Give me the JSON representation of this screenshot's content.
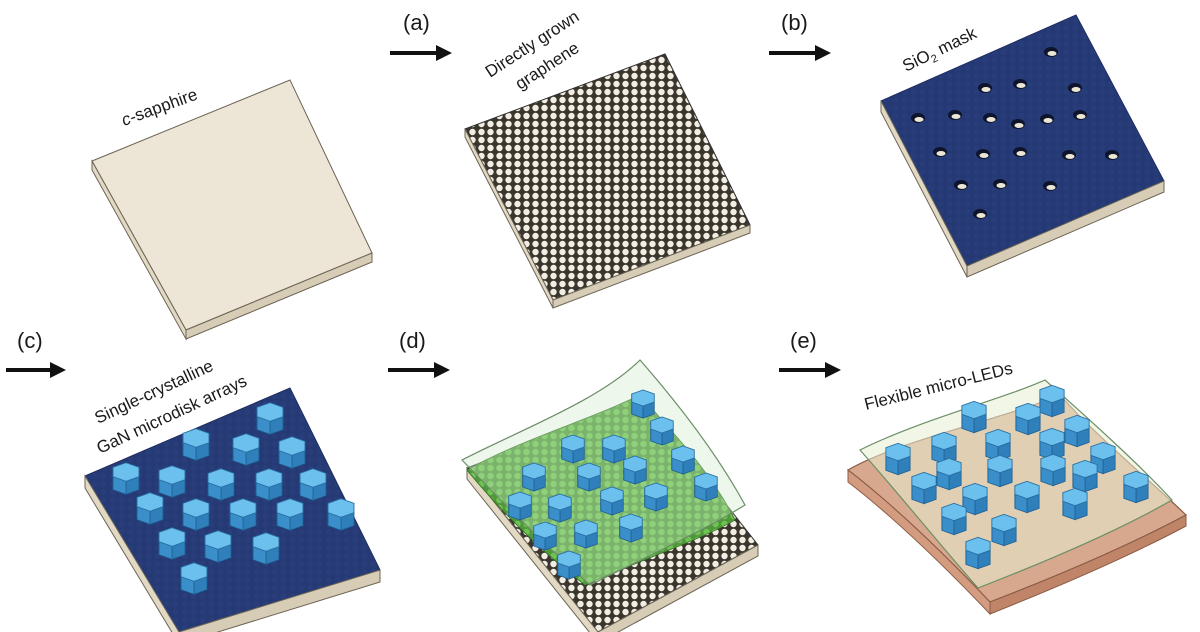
{
  "steps": {
    "a": "(a)",
    "b": "(b)",
    "c": "(c)",
    "d": "(d)",
    "e": "(e)"
  },
  "captions": {
    "sapphire_prefix": "c",
    "sapphire_rest": "-sapphire",
    "graphene_line1": "Directly grown",
    "graphene_line2": "graphene",
    "mask_prefix": "SiO",
    "mask_sub": "2",
    "mask_rest": " mask",
    "gan_line1": "Single-crystalline",
    "gan_line2": "GaN microdisk arrays",
    "flexible": "Flexible micro-LEDs"
  },
  "colors": {
    "sapphire_top": "#ede6d6",
    "sapphire_side": "#d9d0bb",
    "graphene_bg": "#2e2a23",
    "mask_blue": "#253a72",
    "gan_blue": "#5bb4e8",
    "green_film": "#5fb444",
    "copper": "#c9977d"
  },
  "icons": {
    "arrow": "right-arrow-icon",
    "hexagon": "hexagonal-microdisk"
  }
}
